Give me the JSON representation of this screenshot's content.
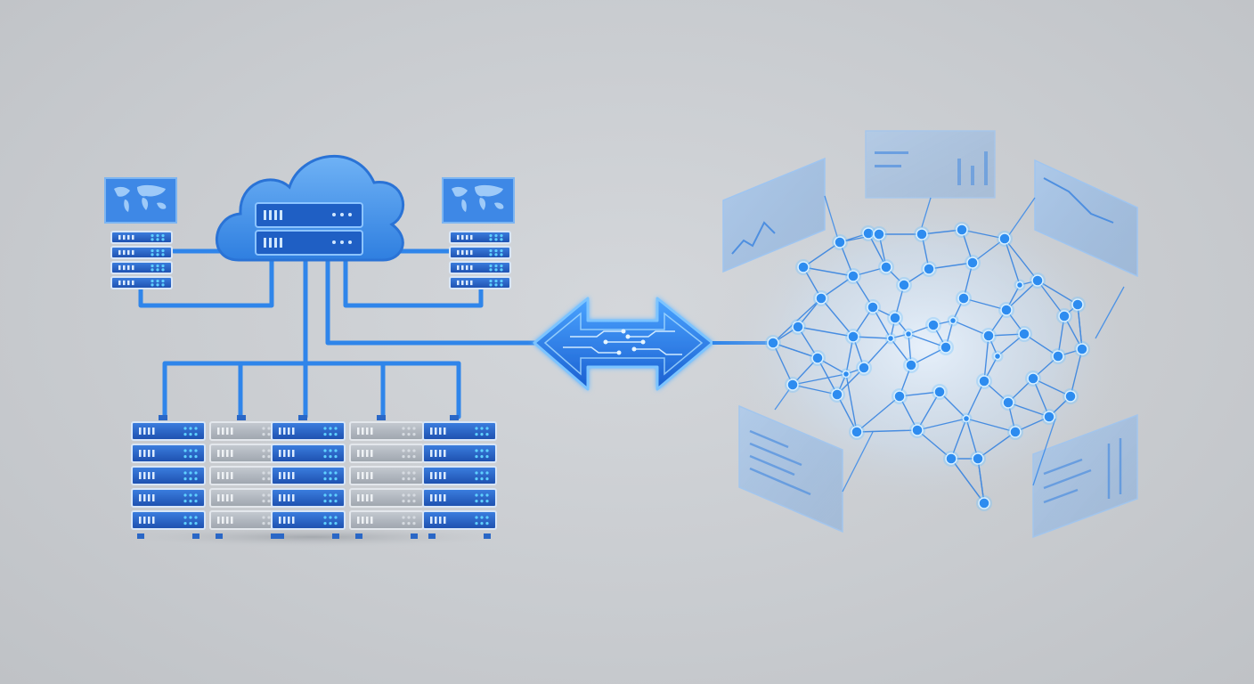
{
  "colors": {
    "background": "#c9ccd0",
    "primary_blue": "#2f7fe0",
    "deep_blue": "#1a55b8",
    "glow_blue": "#4fb0ff",
    "server_blue": "#2b67c8",
    "server_gray": "#aeb4bc",
    "panel_blue": "#9bc0ea",
    "node_blue": "#2d8cf0"
  },
  "icons": {
    "cloud": "cloud-icon",
    "server_rack": "server-rack-icon",
    "world_map_monitor": "world-map-icon",
    "bidirectional_arrow": "double-arrow-icon",
    "neural_brain": "neural-network-brain-icon",
    "dashboard_panel": "dashboard-panel-icon"
  },
  "server_racks": [
    {
      "style": "blue"
    },
    {
      "style": "gray"
    },
    {
      "style": "blue"
    },
    {
      "style": "gray"
    },
    {
      "style": "blue"
    }
  ]
}
